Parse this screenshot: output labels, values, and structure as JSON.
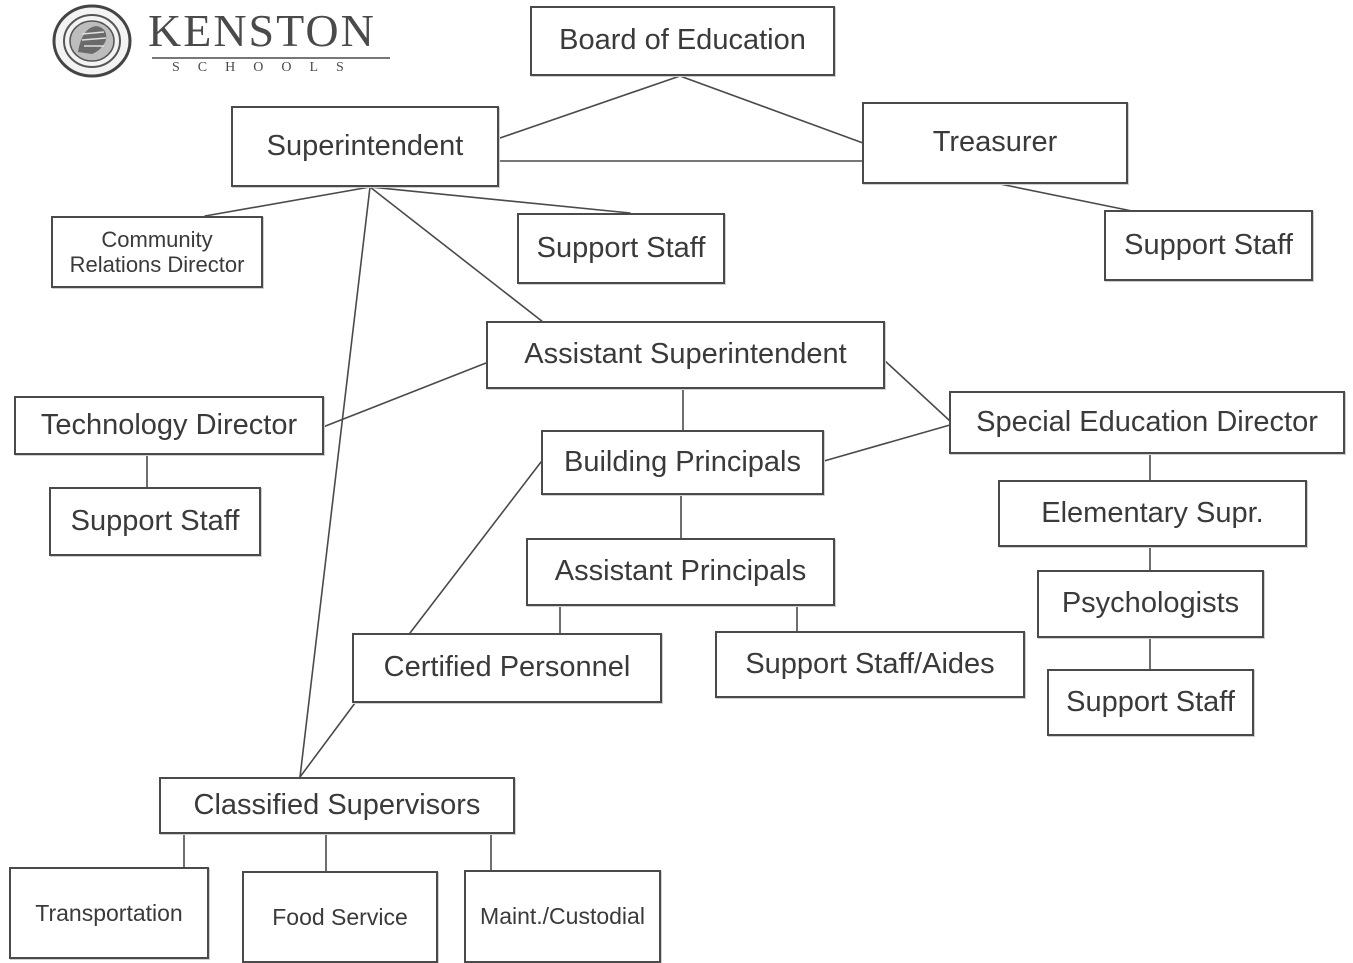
{
  "logo": {
    "name": "KENSTON",
    "sub": "SCHOOLS"
  },
  "nodes": {
    "board": "Board of Education",
    "superintendent": "Superintendent",
    "treasurer": "Treasurer",
    "community": [
      "Community",
      "Relations Director"
    ],
    "support_super": "Support Staff",
    "support_treasurer": "Support Staff",
    "assistant_super": "Assistant Superintendent",
    "technology": "Technology Director",
    "support_tech": "Support Staff",
    "building_principals": "Building Principals",
    "special_ed": "Special Education Director",
    "elementary": "Elementary Supr.",
    "assistant_principals": "Assistant Principals",
    "psychologists": "Psychologists",
    "certified": "Certified Personnel",
    "support_aides": "Support Staff/Aides",
    "support_special": "Support Staff",
    "classified": "Classified Supervisors",
    "transportation": "Transportation",
    "food_service": "Food Service",
    "maintenance": "Maint./Custodial"
  },
  "colors": {
    "line": "#4a4a4a",
    "box_border": "#4a4a4a",
    "text": "#3a3a3a"
  }
}
